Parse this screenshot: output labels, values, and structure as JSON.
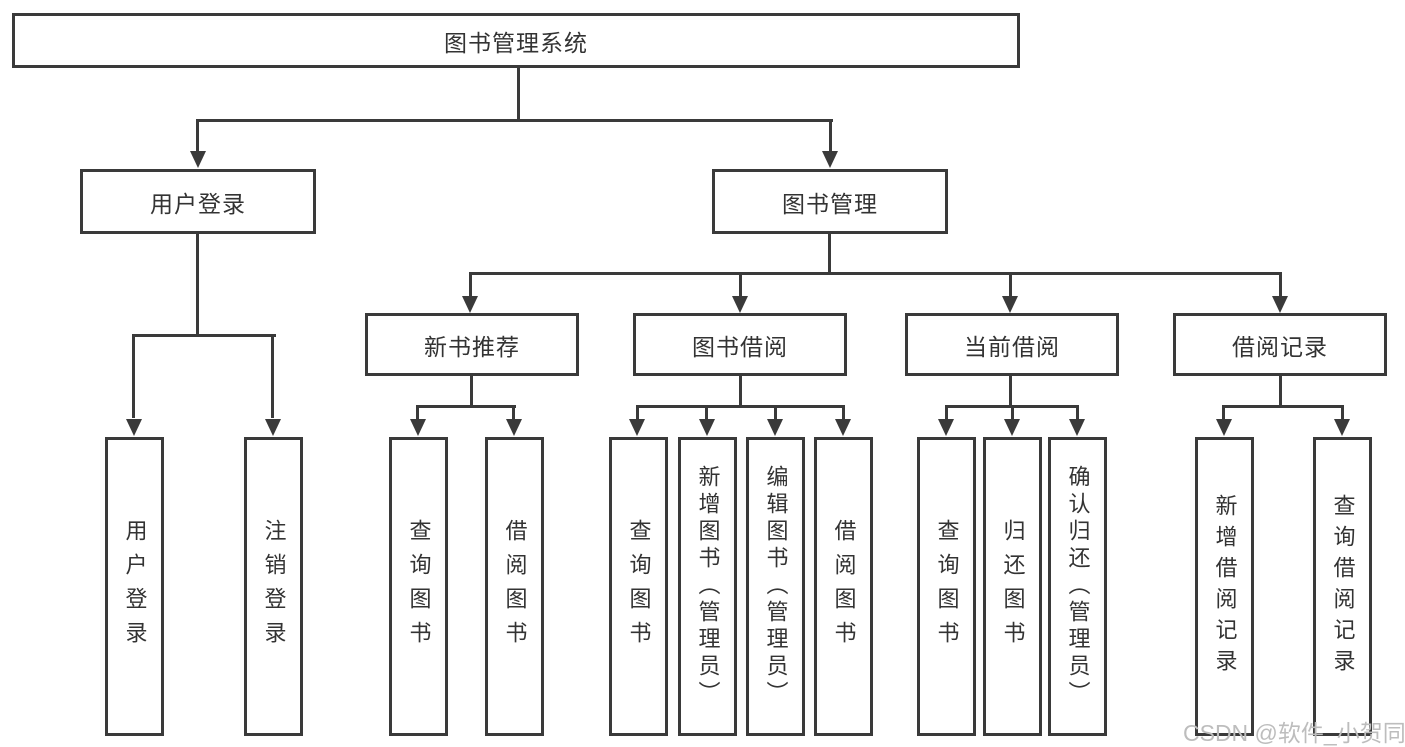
{
  "tree": {
    "label": "图书管理系统",
    "children": [
      {
        "label": "用户登录",
        "children": [
          {
            "label": "用户登录"
          },
          {
            "label": "注销登录"
          }
        ]
      },
      {
        "label": "图书管理",
        "children": [
          {
            "label": "新书推荐",
            "children": [
              {
                "label": "查询图书"
              },
              {
                "label": "借阅图书"
              }
            ]
          },
          {
            "label": "图书借阅",
            "children": [
              {
                "label": "查询图书"
              },
              {
                "label": "新增图书（管理员）"
              },
              {
                "label": "编辑图书（管理员）"
              },
              {
                "label": "借阅图书"
              }
            ]
          },
          {
            "label": "当前借阅",
            "children": [
              {
                "label": "查询图书"
              },
              {
                "label": "归还图书"
              },
              {
                "label": "确认归还（管理员）"
              }
            ]
          },
          {
            "label": "借阅记录",
            "children": [
              {
                "label": "新增借阅记录"
              },
              {
                "label": "查询借阅记录"
              }
            ]
          }
        ]
      }
    ]
  },
  "watermark": {
    "text": "CSDN @软件_小贺同学"
  },
  "colors": {
    "line": "#3a3a3a",
    "text": "#333333",
    "background": "#ffffff",
    "watermark": "#bdbdbd"
  }
}
